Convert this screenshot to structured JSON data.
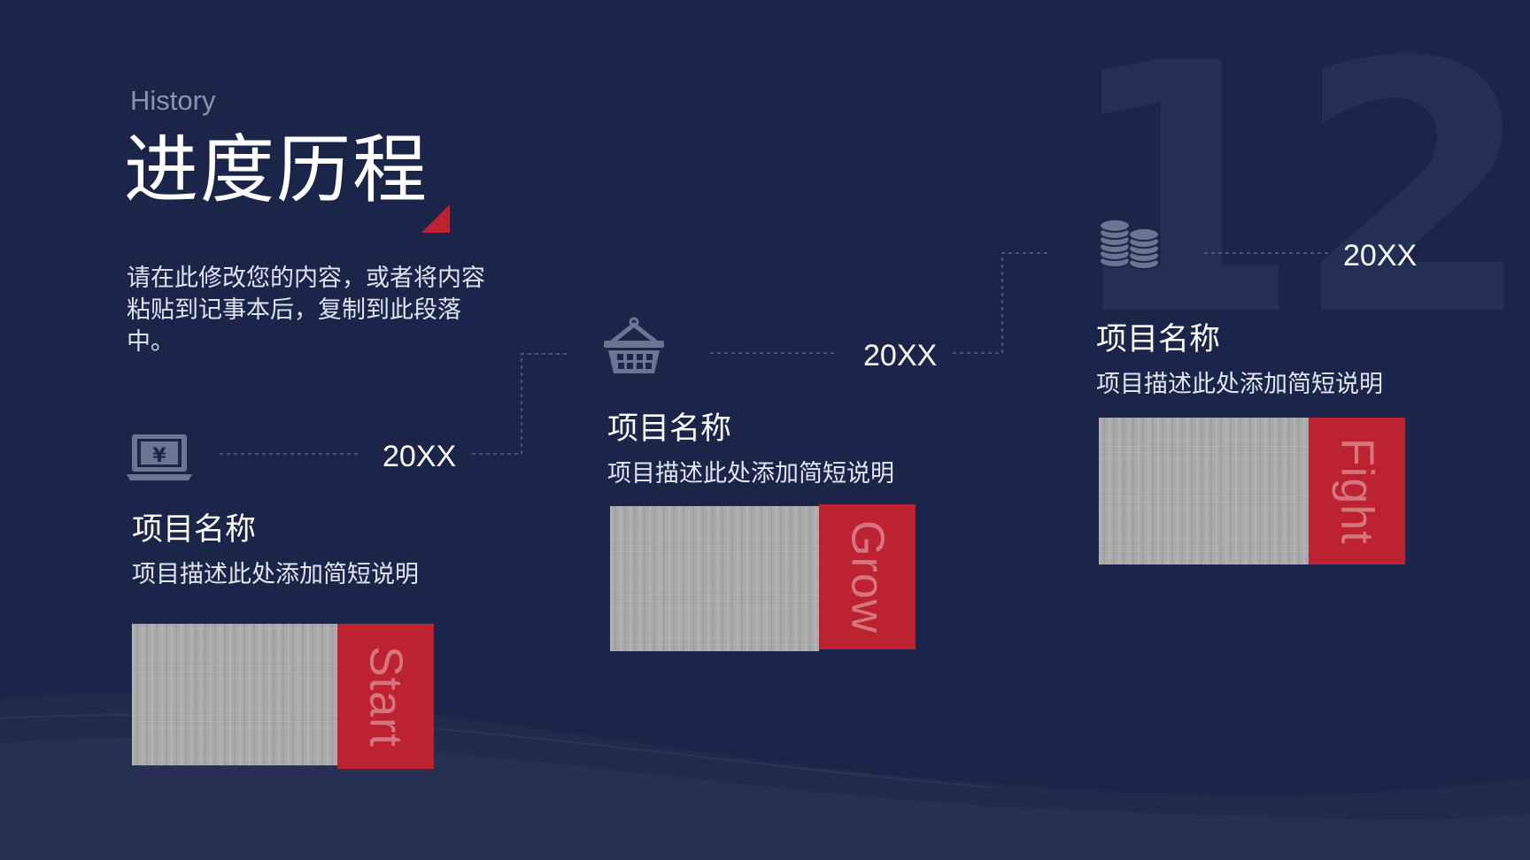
{
  "background_number": "12",
  "header": {
    "subtitle": "History",
    "title": "进度历程"
  },
  "intro_text": "请在此修改您的内容，或者将内容粘贴到记事本后，复制到此段落中。",
  "colors": {
    "background": "#1b2549",
    "accent_red": "#bc2230",
    "icon_gray": "#6b7591",
    "text_gray": "#8c93a8"
  },
  "milestones": [
    {
      "icon": "laptop-yen-icon",
      "year": "20XX",
      "name": "项目名称",
      "description": "项目描述此处添加简短说明",
      "tag": "Start"
    },
    {
      "icon": "basket-icon",
      "year": "20XX",
      "name": "项目名称",
      "description": "项目描述此处添加简短说明",
      "tag": "Grow"
    },
    {
      "icon": "coins-icon",
      "year": "20XX",
      "name": "项目名称",
      "description": "项目描述此处添加简短说明",
      "tag": "Fight"
    }
  ]
}
